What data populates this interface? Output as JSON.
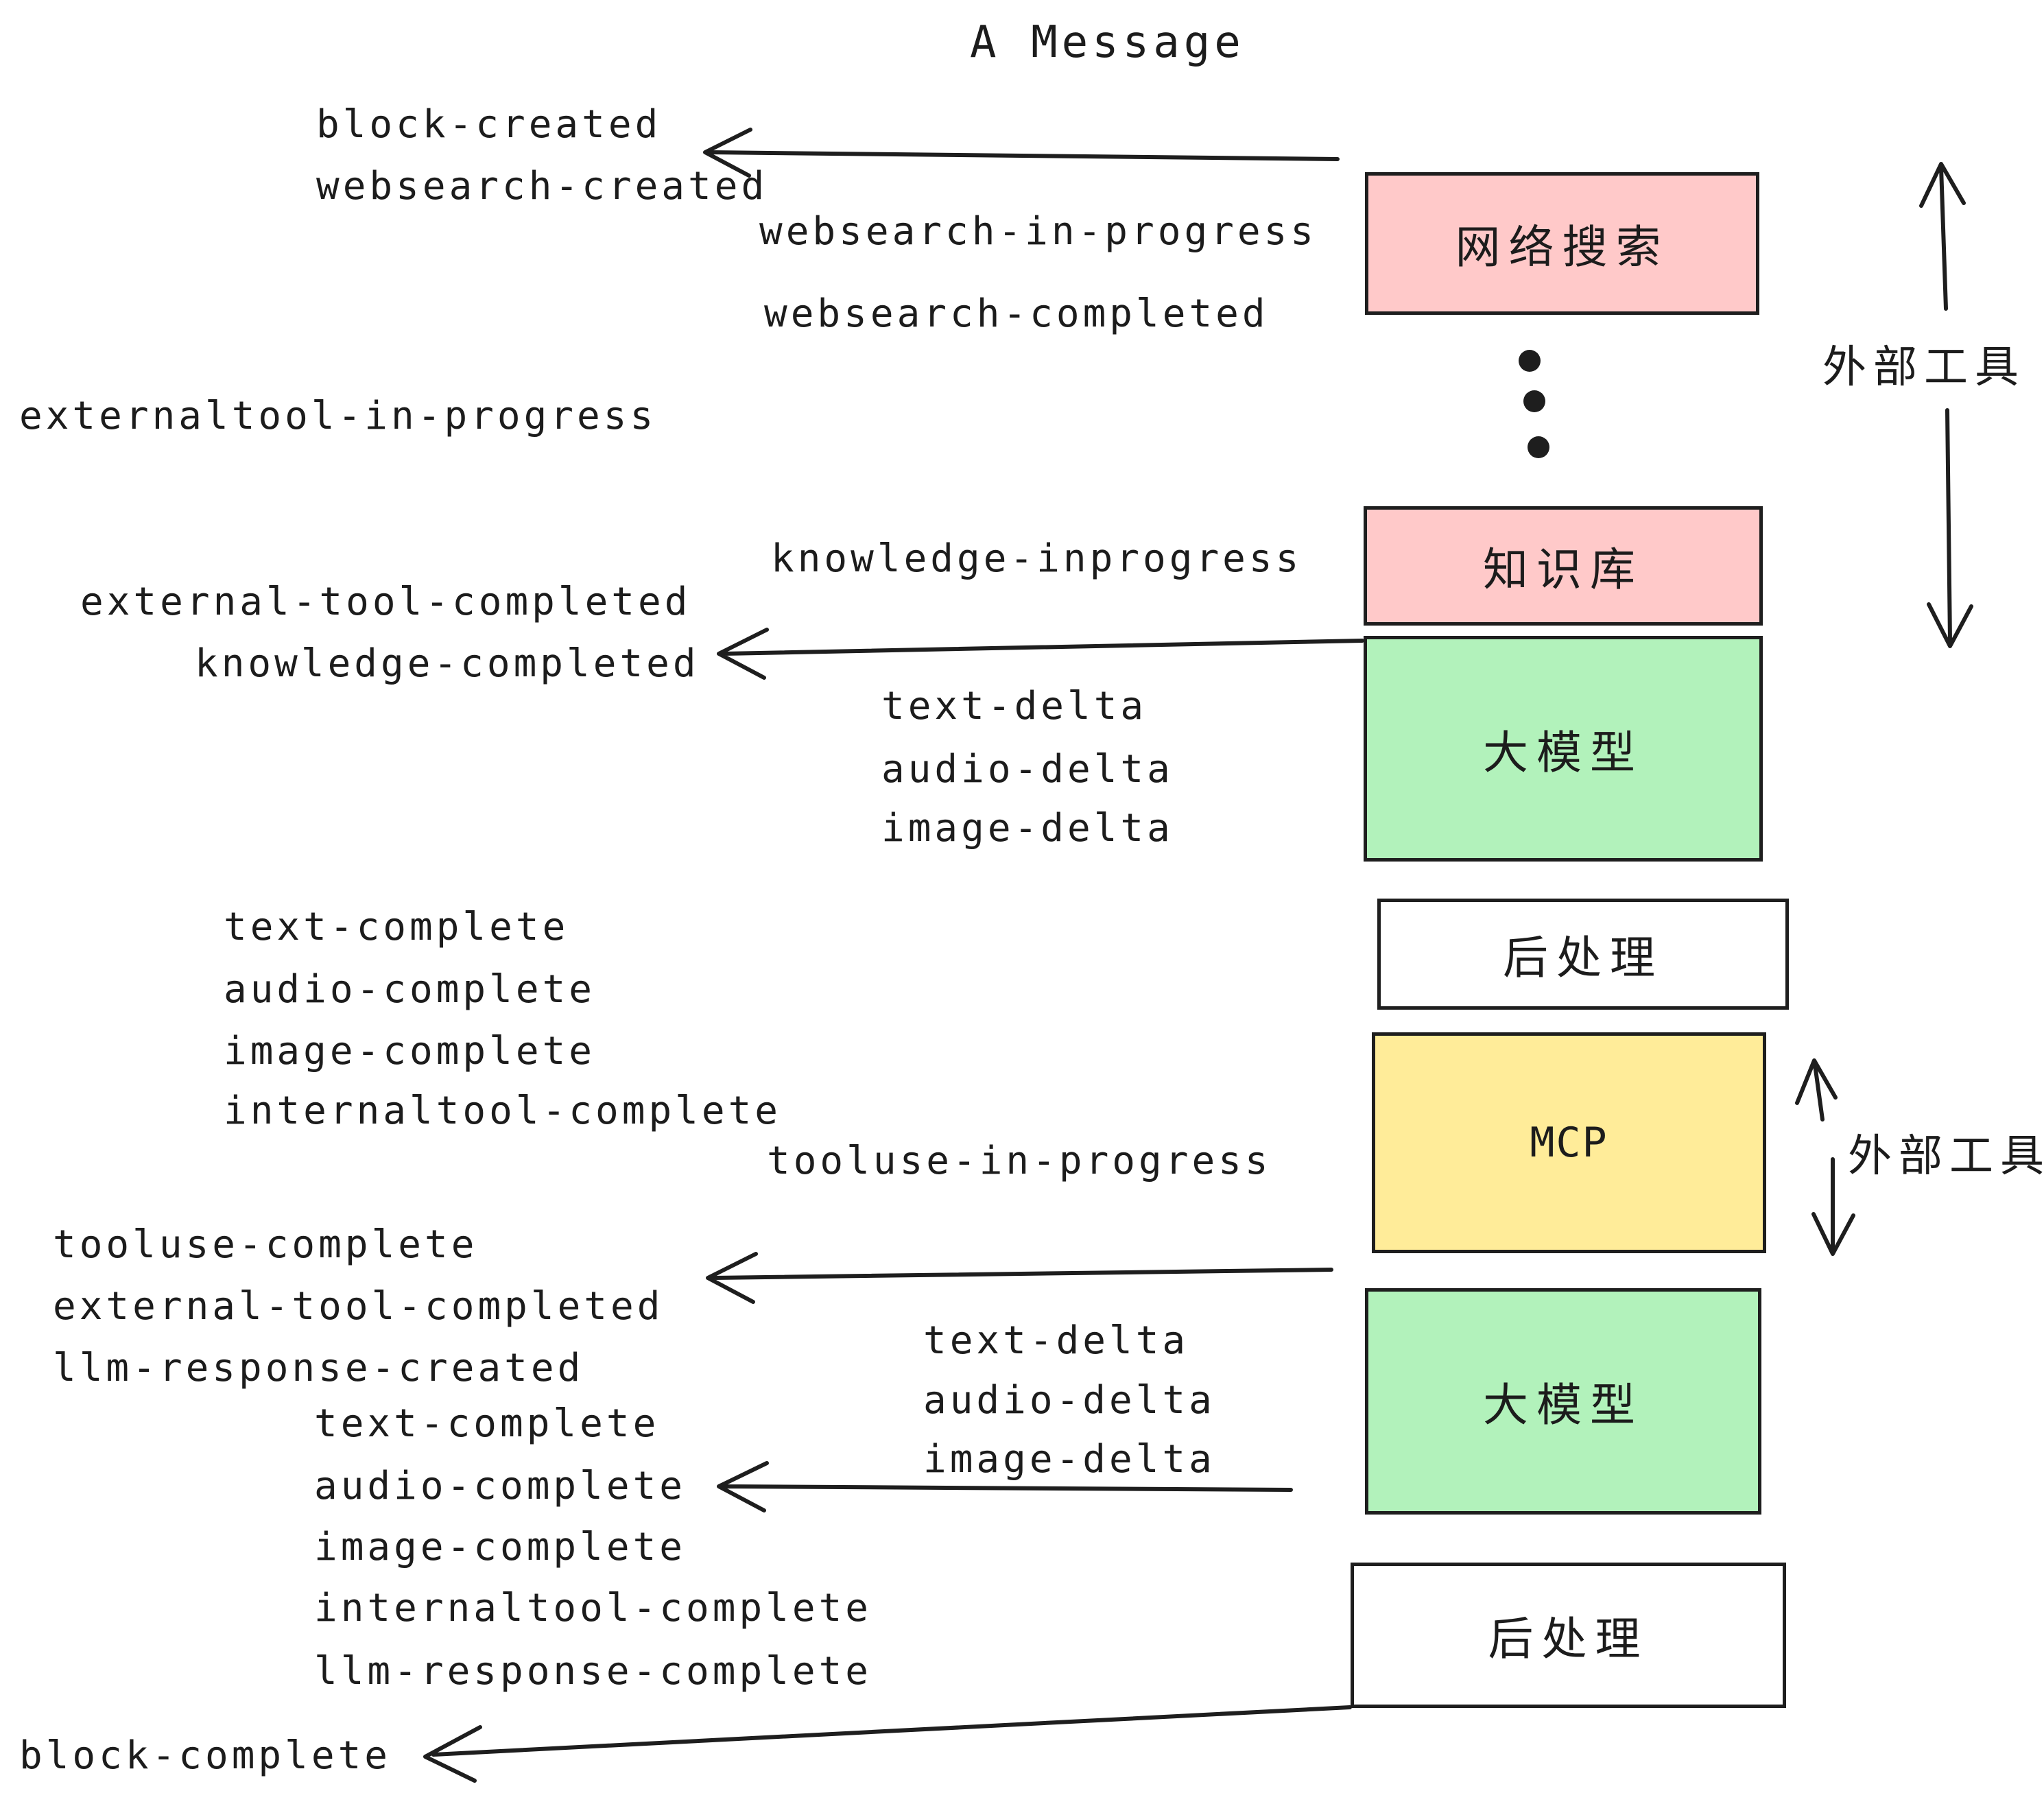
{
  "title": "A Message",
  "colors": {
    "pink": "#ffc9c9",
    "green": "#b2f2bb",
    "yellow": "#ffec99",
    "white": "#ffffff",
    "stroke": "#1e1e1e"
  },
  "boxes": {
    "websearch": "网络搜索",
    "knowledge": "知识库",
    "llm1": "大模型",
    "post1": "后处理",
    "mcp": "MCP",
    "llm2": "大模型",
    "post2": "后处理"
  },
  "side_labels": {
    "external_tool_top": "外部工具",
    "external_tool_bottom": "外部工具"
  },
  "events": {
    "block_created": "block-created",
    "websearch_created": "websearch-created",
    "websearch_in_progress": "websearch-in-progress",
    "websearch_completed": "websearch-completed",
    "externaltool_in_progress": "externaltool-in-progress",
    "knowledge_inprogress": "knowledge-inprogress",
    "external_tool_completed_1": "external-tool-completed",
    "knowledge_completed": "knowledge-completed",
    "text_delta_1": "text-delta",
    "audio_delta_1": "audio-delta",
    "image_delta_1": "image-delta",
    "text_complete_1": "text-complete",
    "audio_complete_1": "audio-complete",
    "image_complete_1": "image-complete",
    "internaltool_complete_1": "internaltool-complete",
    "tooluse_in_progress": "tooluse-in-progress",
    "tooluse_complete": "tooluse-complete",
    "external_tool_completed_2": "external-tool-completed",
    "llm_response_created": "llm-response-created",
    "text_delta_2": "text-delta",
    "audio_delta_2": "audio-delta",
    "image_delta_2": "image-delta",
    "text_complete_2": "text-complete",
    "audio_complete_2": "audio-complete",
    "image_complete_2": "image-complete",
    "internaltool_complete_2": "internaltool-complete",
    "llm_response_complete": "llm-response-complete",
    "block_complete": "block-complete"
  }
}
